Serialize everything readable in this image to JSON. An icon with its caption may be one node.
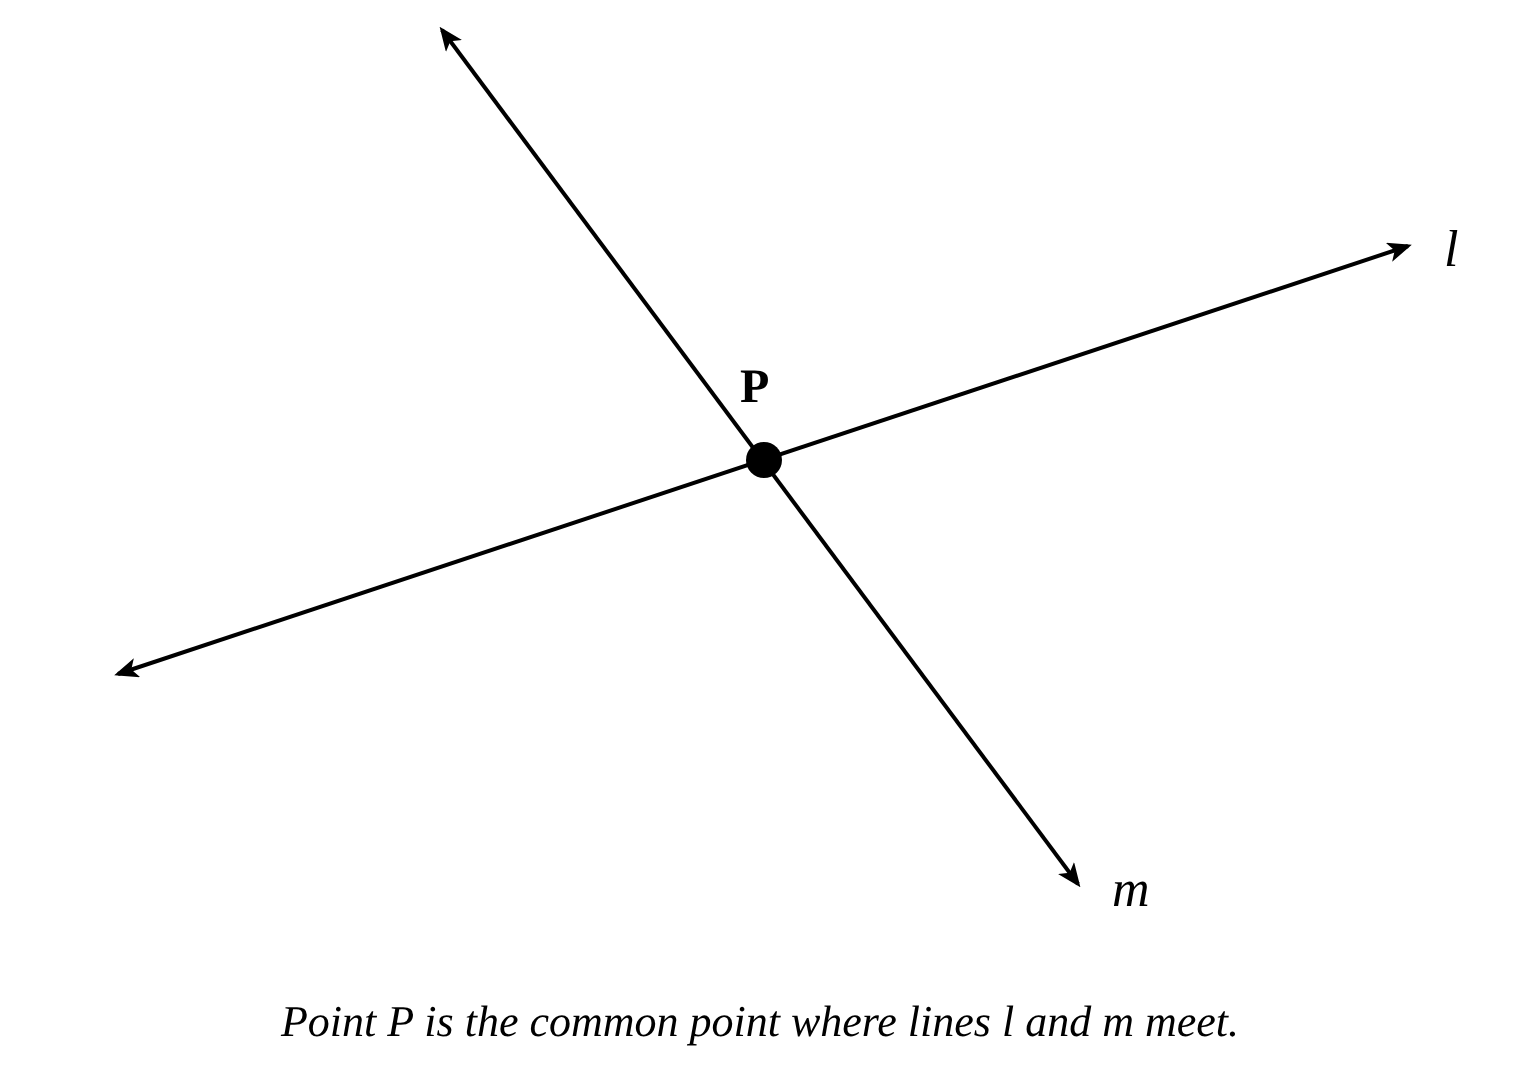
{
  "diagram": {
    "caption": "Point P is the common point where lines l and m meet.",
    "nodes": [
      {
        "text": [],
        "shape": "circle",
        "beside": [
          "P"
        ]
      }
    ],
    "labels": [
      "l",
      "m"
    ]
  }
}
